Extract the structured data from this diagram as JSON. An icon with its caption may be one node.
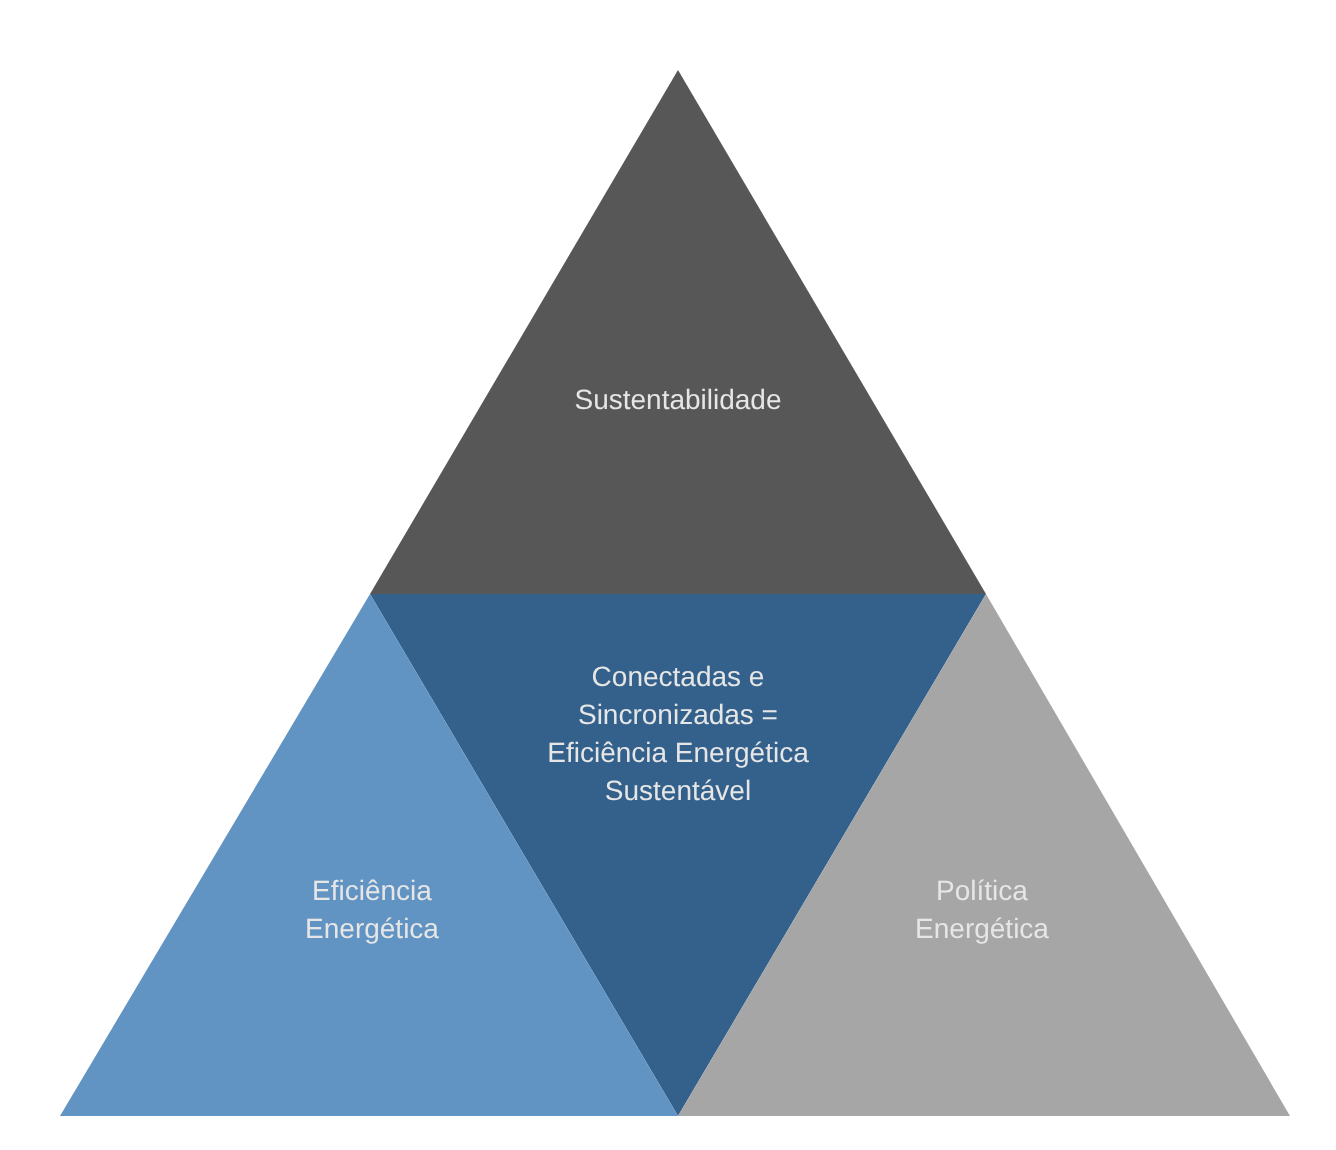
{
  "diagram": {
    "nodes": [
      {
        "text": [
          "Sustentabilidade"
        ]
      },
      {
        "text": [
          "Conectadas e Sincronizadas = Eficiência Energética Sustentável"
        ]
      },
      {
        "text": [
          "Eficiência Energética"
        ]
      },
      {
        "text": [
          "Política Energética"
        ]
      }
    ]
  }
}
